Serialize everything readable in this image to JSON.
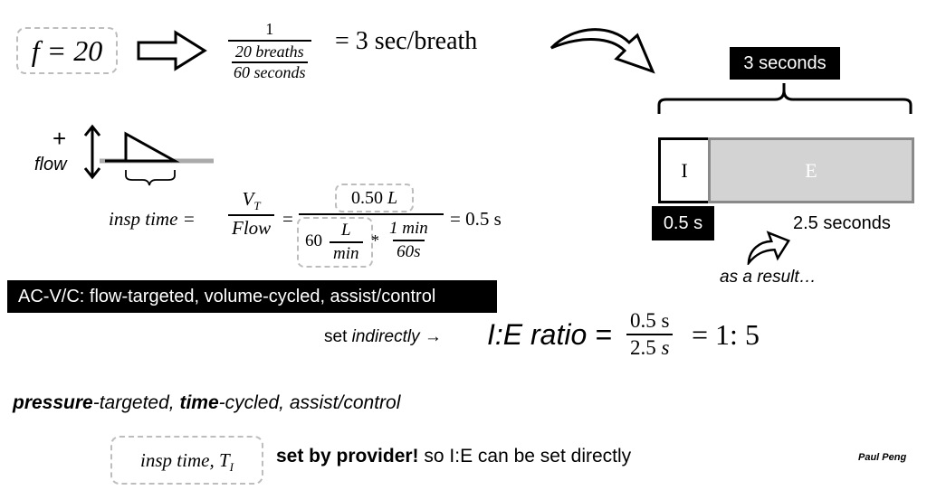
{
  "rate": {
    "label": "f = 20"
  },
  "breath": {
    "num": "1",
    "den_top": "20 breaths",
    "den_bottom": "60 seconds",
    "result": "= 3 sec/breath"
  },
  "timeline": {
    "total_label": "3 seconds",
    "i_label": "I",
    "e_label": "E",
    "i_time": "0.5 s",
    "e_time": "2.5 seconds",
    "note": "as a result…"
  },
  "waveform": {
    "plus": "+",
    "flow": "flow"
  },
  "insp": {
    "lhs": "insp time",
    "vt": "V",
    "vt_sub": "T",
    "flow": "Flow",
    "vol": "0.50",
    "vol_unit": "L",
    "rate_num": "60",
    "L": "L",
    "min": "min",
    "one_min": "1 min",
    "sixty_s": "60s",
    "result": "= 0.5 s"
  },
  "mode1": "AC-V/C: flow-targeted, volume-cycled, assist/control",
  "ie": {
    "set": "set",
    "indirectly": "indirectly",
    "arrow": "→",
    "ratio": "I:E ratio =",
    "num": "0.5 s",
    "den_val": "2.5",
    "den_unit": "s",
    "result": "= 1: 5"
  },
  "mode2": {
    "pressure": "pressure",
    "rest1": "-targeted, ",
    "time": "time",
    "rest2": "-cycled, assist/control"
  },
  "bottom": {
    "insp": "insp time, T",
    "sub": "I",
    "bold": "set by provider!",
    "rest": " so I:E can be set directly"
  },
  "author": "Paul Peng"
}
